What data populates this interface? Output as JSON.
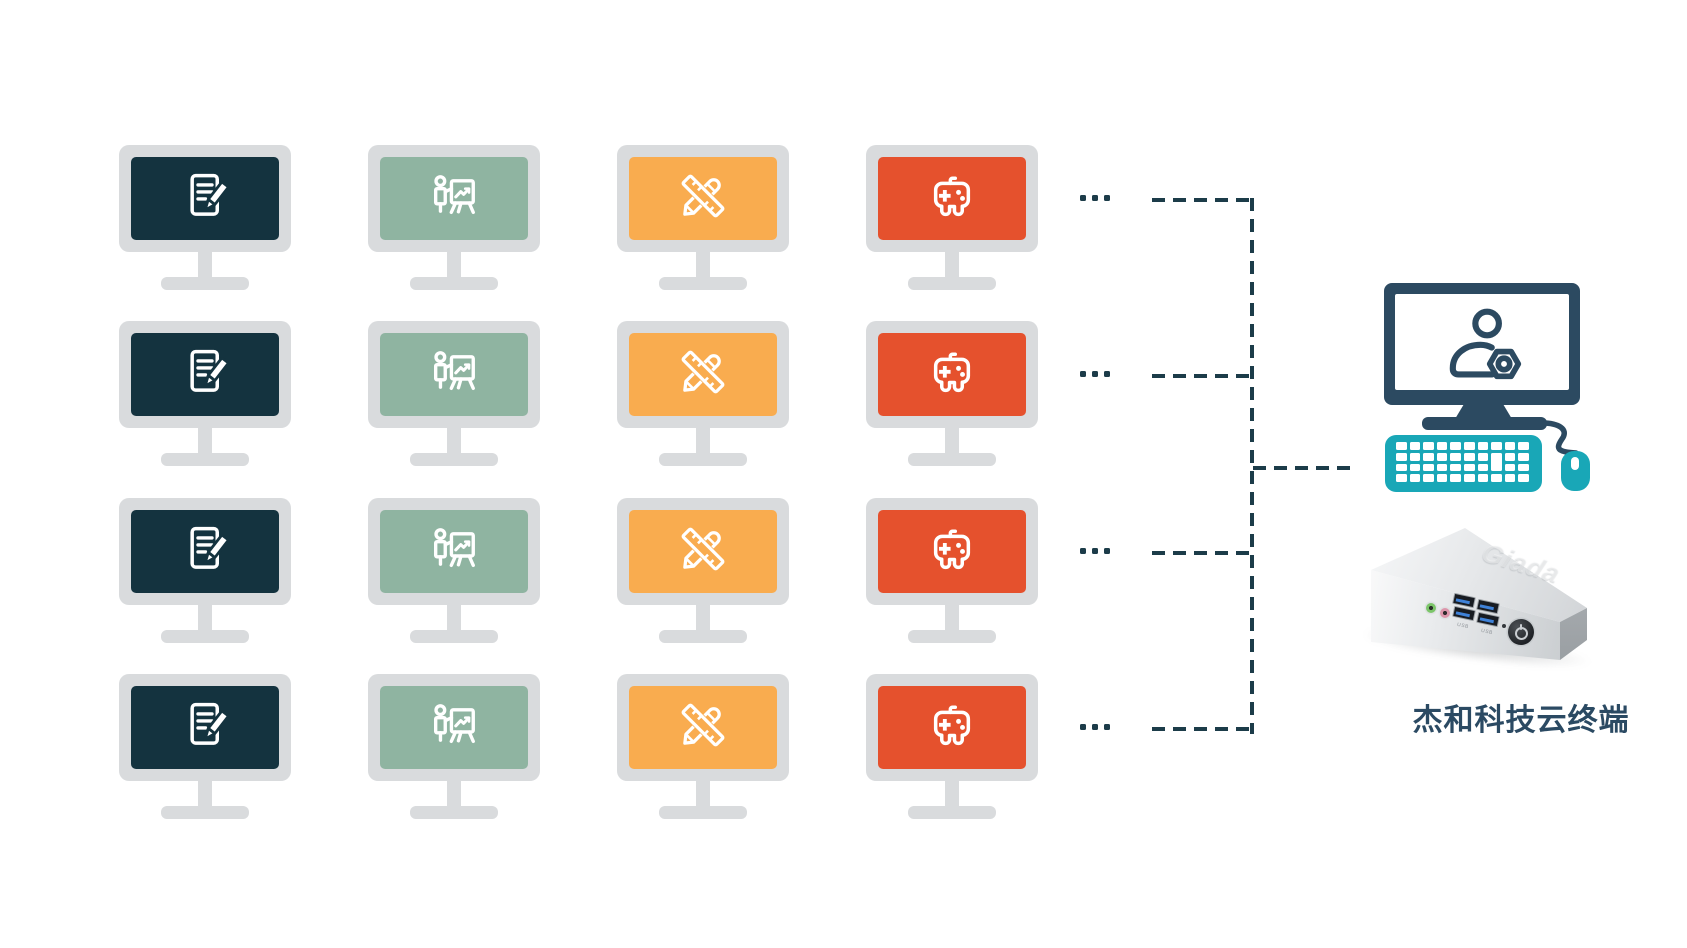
{
  "diagram": {
    "terminal_label": "杰和科技云终端",
    "device_logo": "Giada",
    "usb_label": "USB",
    "rows": 4,
    "ellipsis_dots": 3,
    "workstation_columns": [
      {
        "id": "office-documents",
        "icon": "document-pen-icon",
        "screen_color": "#14333F"
      },
      {
        "id": "presentation",
        "icon": "presentation-chart-icon",
        "screen_color": "#8FB4A1"
      },
      {
        "id": "design-tools",
        "icon": "ruler-pencil-icon",
        "screen_color": "#F9AC4F"
      },
      {
        "id": "gaming",
        "icon": "gamepad-icon",
        "screen_color": "#E5512D"
      }
    ],
    "host": {
      "monitor_icon": "user-gear-icon",
      "peripherals": [
        "keyboard",
        "mouse"
      ]
    },
    "device_ports": [
      "audio-jack",
      "mic-jack",
      "usb-3.0-ports",
      "power-led",
      "power-button"
    ],
    "colors": {
      "background": "#FFFFFF",
      "bezel": "#D9DBDD",
      "connector": "#1C3C49",
      "host_navy": "#2C4A61",
      "teal": "#19A7B7",
      "label_text": "#2B4A63"
    }
  }
}
